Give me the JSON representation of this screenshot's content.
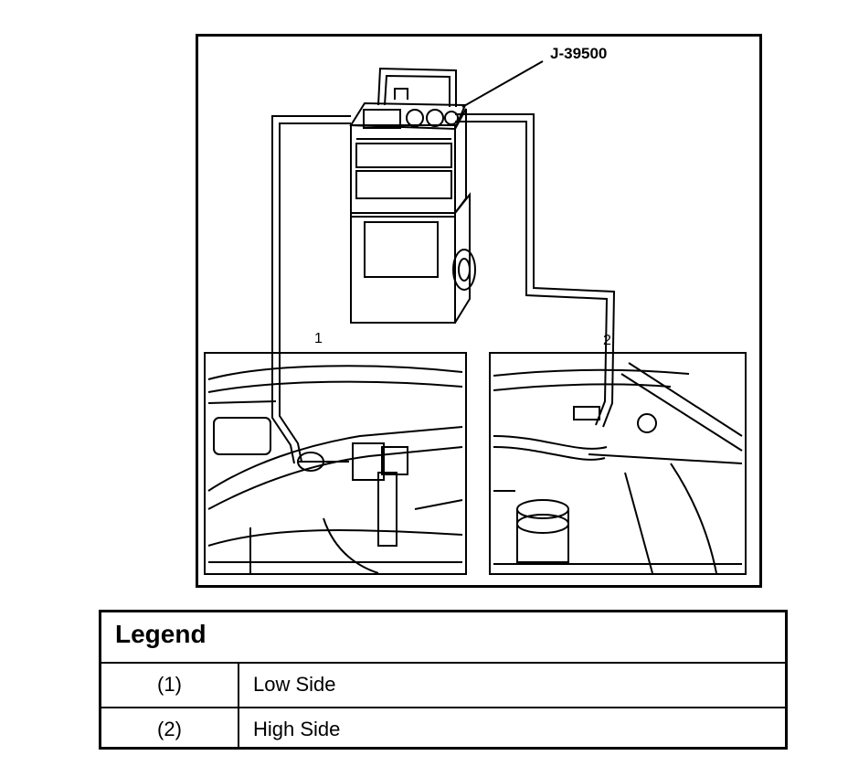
{
  "figure": {
    "tool_callout": "J-39500",
    "port_1_number": "1",
    "port_2_number": "2"
  },
  "legend": {
    "title": "Legend",
    "rows": [
      {
        "number": "(1)",
        "text": "Low Side"
      },
      {
        "number": "(2)",
        "text": "High Side"
      }
    ]
  }
}
